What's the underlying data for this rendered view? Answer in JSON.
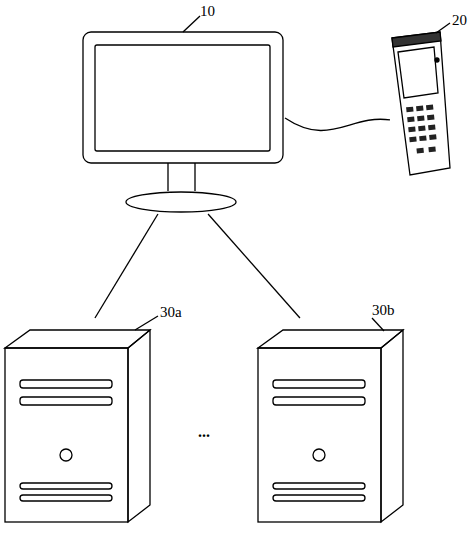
{
  "diagram": {
    "nodes": [
      {
        "text": [
          "10"
        ]
      },
      {
        "text": [
          "20"
        ]
      },
      {
        "text": [
          "30a"
        ]
      },
      {
        "text": [
          "30b"
        ]
      }
    ],
    "edges": [
      {
        "from": 0,
        "to": 1,
        "arrow": "none"
      },
      {
        "from": 0,
        "to": 2,
        "arrow": "none"
      },
      {
        "from": 0,
        "to": 3,
        "arrow": "none"
      }
    ],
    "labels": [
      "..."
    ]
  }
}
